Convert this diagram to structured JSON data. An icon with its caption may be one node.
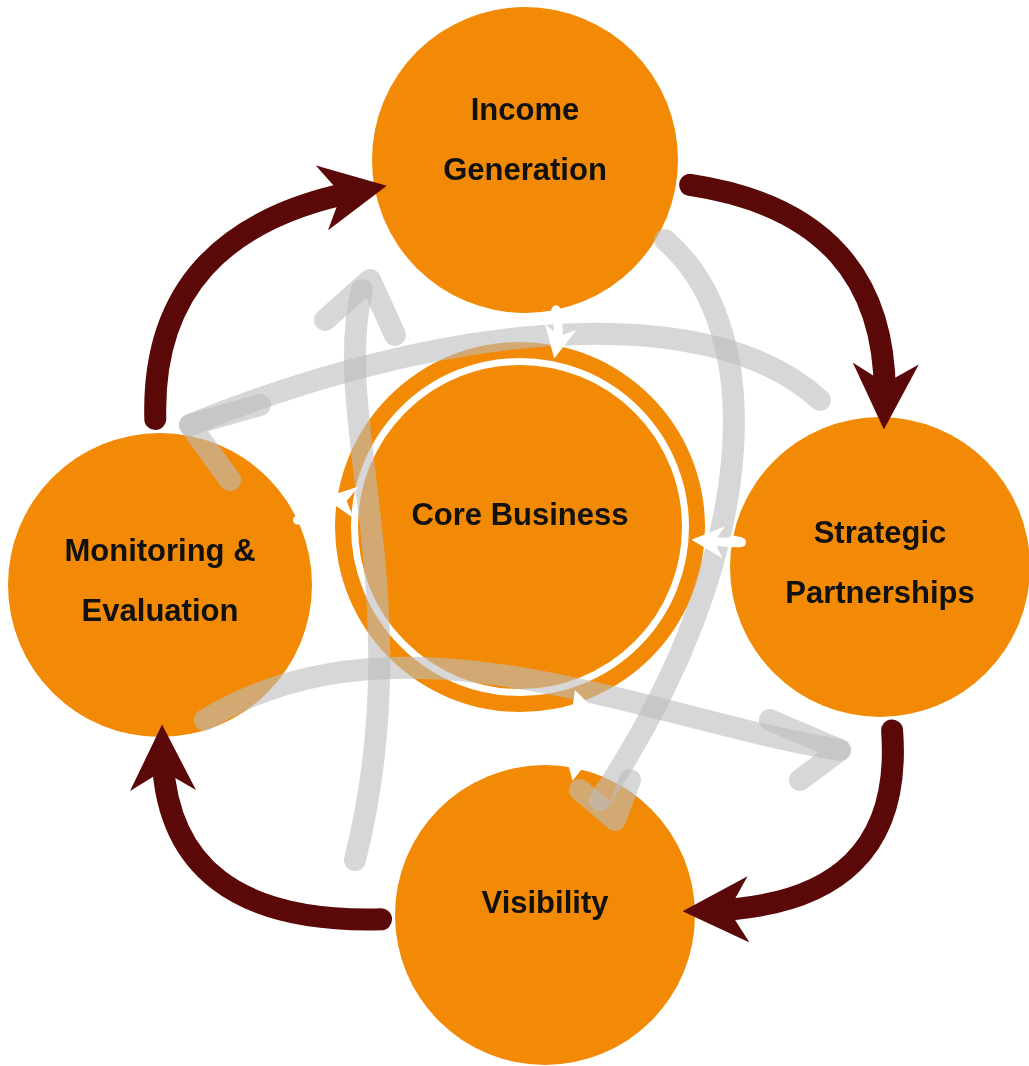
{
  "diagram": {
    "nodes": [
      {
        "text": [
          "Income Generation"
        ]
      },
      {
        "text": [
          "Core Business"
        ]
      },
      {
        "text": [
          "Strategic Partnerships"
        ]
      },
      {
        "text": [
          "Visibility"
        ]
      },
      {
        "text": [
          "Monitoring & Evaluation"
        ]
      }
    ],
    "edges": [
      {
        "from": 4,
        "to": 0,
        "arrow": "to",
        "style": "thick",
        "color": "#5a0808"
      },
      {
        "from": 0,
        "to": 2,
        "arrow": "to",
        "style": "thick",
        "color": "#5a0808"
      },
      {
        "from": 2,
        "to": 3,
        "arrow": "to",
        "style": "thick",
        "color": "#5a0808"
      },
      {
        "from": 3,
        "to": 4,
        "arrow": "to",
        "style": "thick",
        "color": "#5a0808"
      },
      {
        "from": 0,
        "to": 1,
        "arrow": "to",
        "color": "#ffffff"
      },
      {
        "from": 2,
        "to": 1,
        "arrow": "to",
        "color": "#ffffff"
      },
      {
        "from": 4,
        "to": 1,
        "arrow": "to",
        "color": "#ffffff"
      },
      {
        "from": 3,
        "to": 1,
        "arrow": "both",
        "color": "#ffffff"
      }
    ]
  }
}
